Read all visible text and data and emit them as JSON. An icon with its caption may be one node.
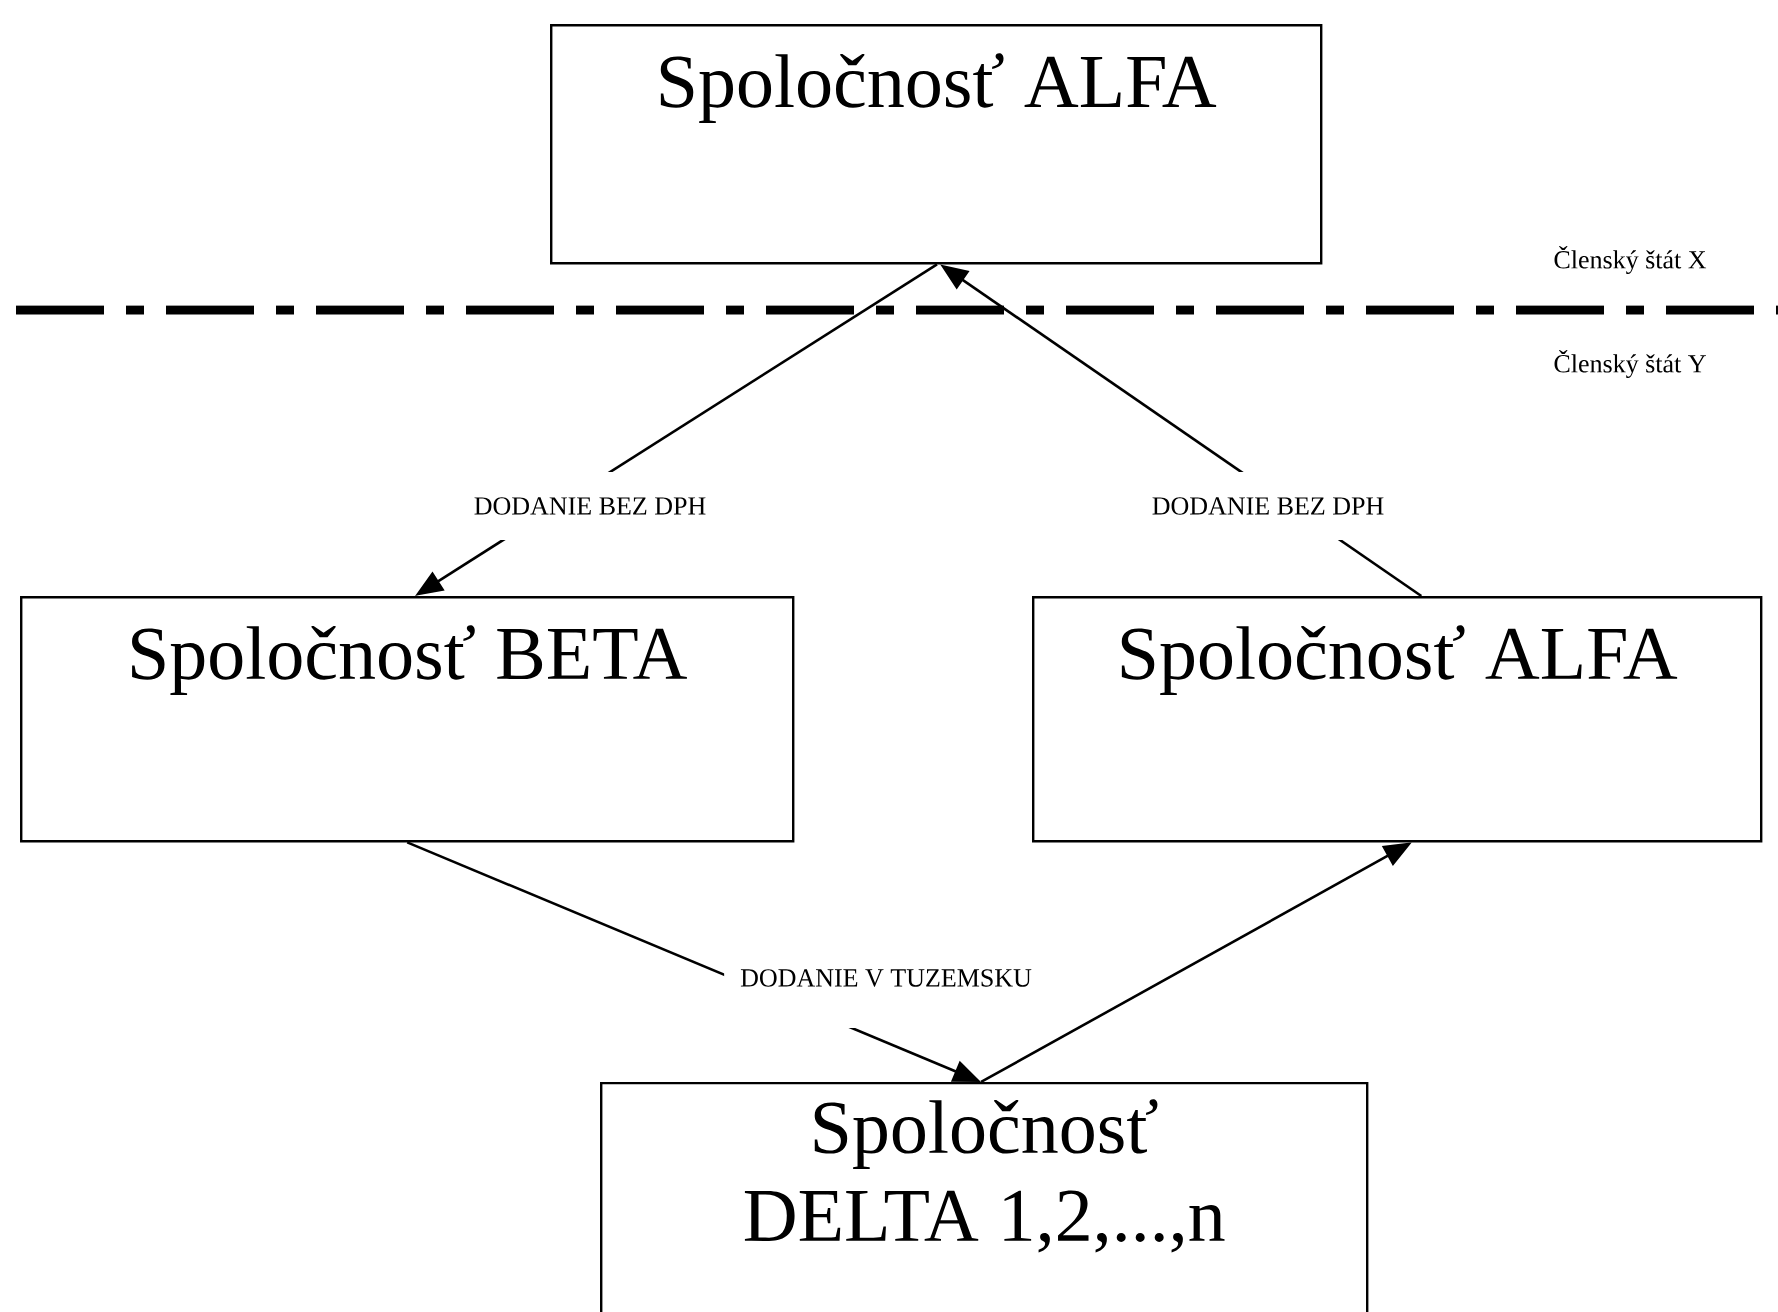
{
  "diagram": {
    "nodes": [
      {
        "text": [
          "Spoločnosť ALFA"
        ]
      },
      {
        "text": [
          "Spoločnosť BETA"
        ]
      },
      {
        "text": [
          "Spoločnosť ALFA"
        ]
      },
      {
        "text": [
          "Spoločnosť DELTA 1,2,...,n"
        ]
      }
    ],
    "edges": [
      {
        "from": 0,
        "to": 1,
        "arrow": "to",
        "label": "DODANIE BEZ DPH"
      },
      {
        "from": 2,
        "to": 0,
        "arrow": "to",
        "label": "DODANIE BEZ DPH"
      },
      {
        "from": 1,
        "to": 3,
        "arrow": "to",
        "label": "DODANIE V TUZEMSKU"
      },
      {
        "from": 3,
        "to": 2,
        "arrow": "to"
      }
    ],
    "labels": [
      "Členský štát X",
      "Členský štát Y"
    ]
  }
}
